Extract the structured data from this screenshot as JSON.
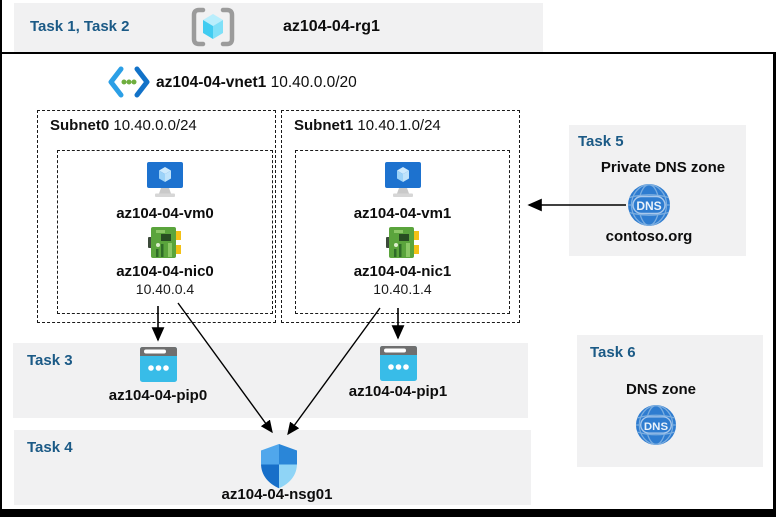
{
  "header": {
    "tasks_label": "Task 1, Task 2",
    "resource_group": "az104-04-rg1"
  },
  "vnet": {
    "name": "az104-04-vnet1",
    "cidr": "10.40.0.0/20",
    "subnets": [
      {
        "name": "Subnet0",
        "cidr": "10.40.0.0/24",
        "vm": "az104-04-vm0",
        "nic": "az104-04-nic0",
        "ip": "10.40.0.4"
      },
      {
        "name": "Subnet1",
        "cidr": "10.40.1.0/24",
        "vm": "az104-04-vm1",
        "nic": "az104-04-nic1",
        "ip": "10.40.1.4"
      }
    ]
  },
  "panels": {
    "task3": {
      "label": "Task 3",
      "pip0": "az104-04-pip0",
      "pip1": "az104-04-pip1"
    },
    "task4": {
      "label": "Task 4",
      "nsg": "az104-04-nsg01"
    },
    "task5": {
      "label": "Task 5",
      "title": "Private DNS zone",
      "zone": "contoso.org",
      "dns_icon_label": "DNS"
    },
    "task6": {
      "label": "Task 6",
      "title": "DNS zone",
      "dns_icon_label": "DNS"
    }
  },
  "colors": {
    "task_label_blue": "#1b5a86",
    "panel_gray": "#f1f1f2",
    "vm_blue": "#1d72cf",
    "nic_green": "#5aa43c",
    "public_ip_cyan": "#38bce8",
    "nsg_blue": "#2a86d8",
    "dns_blue": "#2e7cd0"
  }
}
